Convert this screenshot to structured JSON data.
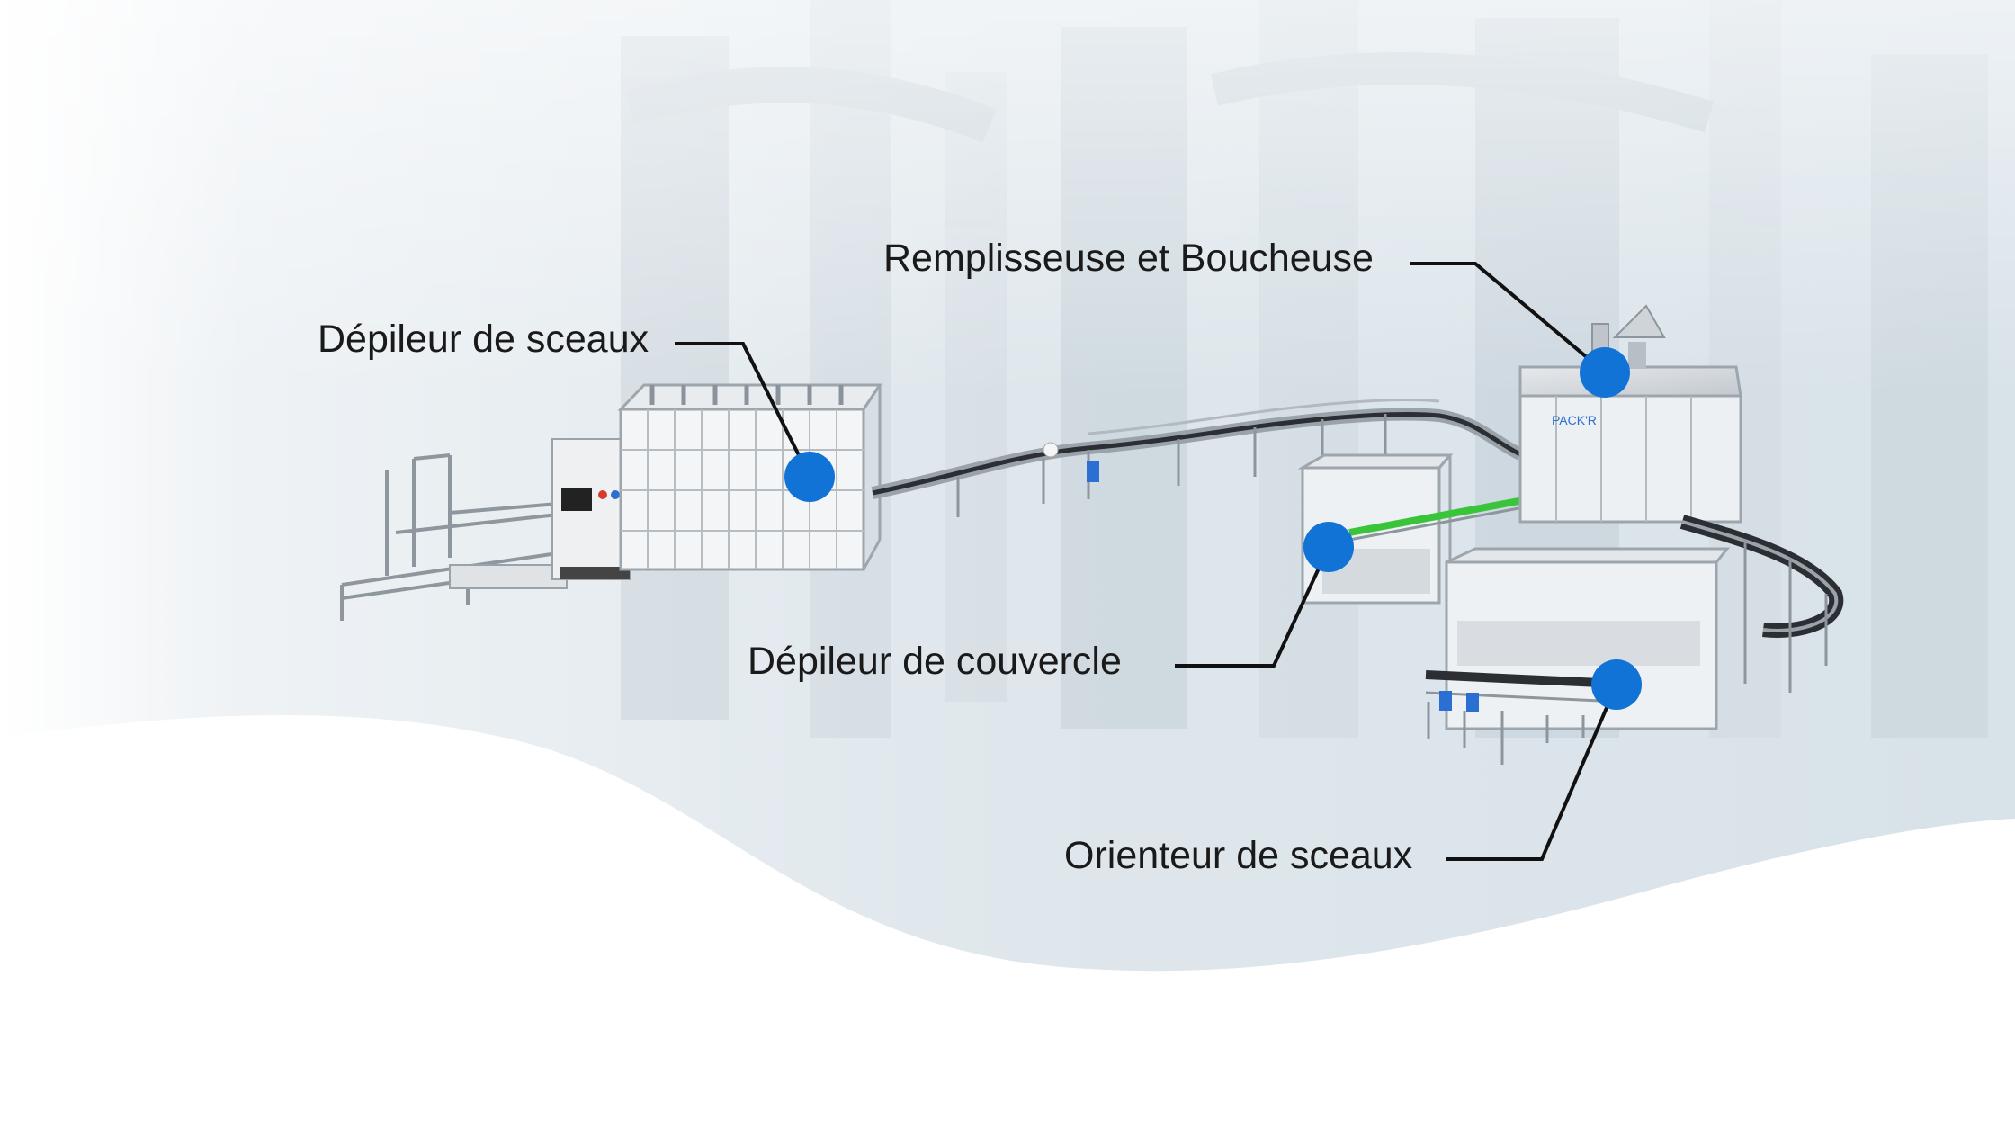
{
  "colors": {
    "accent_dot": "#1273d6",
    "leader_line": "#111111",
    "label_text": "#1a1a1a",
    "backdrop": "#dde6ec",
    "wave": "#ffffff",
    "machine_frame": "#c9ced3",
    "machine_steel": "#9aa2aa",
    "conveyor_belt": "#2b2f33",
    "conveyor_green": "#39c43a",
    "bucket_blue": "#2a6fd1"
  },
  "brand_plate": "PACK'R",
  "callouts": [
    {
      "id": "depileur-sceaux",
      "label": "Dépileur de sceaux"
    },
    {
      "id": "remplisseuse-boucheuse",
      "label": "Remplisseuse et Boucheuse"
    },
    {
      "id": "depileur-couvercle",
      "label": "Dépileur de couvercle"
    },
    {
      "id": "orienteur-sceaux",
      "label": "Orienteur de sceaux"
    }
  ]
}
